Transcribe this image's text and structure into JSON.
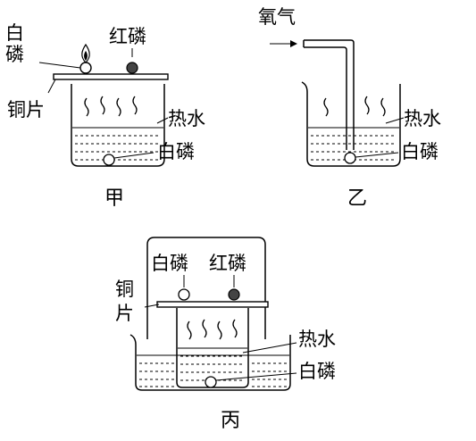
{
  "apparatus_jia": {
    "caption": "甲",
    "label_white_phosphorus_top_line1": "白",
    "label_white_phosphorus_top_line2": "磷",
    "label_red_phosphorus": "红磷",
    "label_copper_sheet": "铜片",
    "label_hot_water": "热水",
    "label_white_phosphorus_bottom": "白磷"
  },
  "apparatus_yi": {
    "caption": "乙",
    "label_oxygen": "氧气",
    "label_hot_water": "热水",
    "label_white_phosphorus": "白磷"
  },
  "apparatus_bing": {
    "caption": "丙",
    "label_white_phosphorus_top": "白磷",
    "label_red_phosphorus": "红磷",
    "label_copper_line1": "铜",
    "label_copper_line2": "片",
    "label_hot_water": "热水",
    "label_white_phosphorus_bottom": "白磷"
  }
}
